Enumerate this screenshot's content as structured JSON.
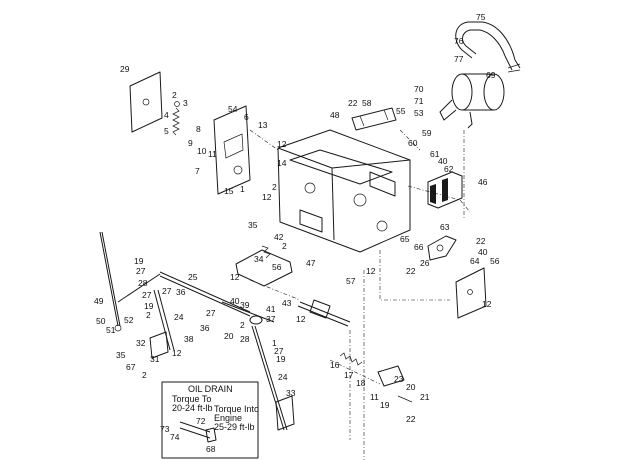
{
  "callouts": [
    {
      "id": "c75",
      "text": "75"
    },
    {
      "id": "c76",
      "text": "76"
    },
    {
      "id": "c77",
      "text": "77"
    },
    {
      "id": "c69",
      "text": "69"
    },
    {
      "id": "c70",
      "text": "70"
    },
    {
      "id": "c71",
      "text": "71"
    },
    {
      "id": "c53",
      "text": "53"
    },
    {
      "id": "c29",
      "text": "29"
    },
    {
      "id": "c2a",
      "text": "2"
    },
    {
      "id": "c3",
      "text": "3"
    },
    {
      "id": "c4",
      "text": "4"
    },
    {
      "id": "c5",
      "text": "5"
    },
    {
      "id": "c54",
      "text": "54"
    },
    {
      "id": "c6",
      "text": "6"
    },
    {
      "id": "c13",
      "text": "13"
    },
    {
      "id": "c8",
      "text": "8"
    },
    {
      "id": "c9",
      "text": "9"
    },
    {
      "id": "c10",
      "text": "10"
    },
    {
      "id": "c11",
      "text": "11"
    },
    {
      "id": "c12a",
      "text": "12"
    },
    {
      "id": "c7",
      "text": "7"
    },
    {
      "id": "c14",
      "text": "14"
    },
    {
      "id": "c15",
      "text": "15"
    },
    {
      "id": "c1",
      "text": "1"
    },
    {
      "id": "c2b",
      "text": "2"
    },
    {
      "id": "c12b",
      "text": "12"
    },
    {
      "id": "c22a",
      "text": "22"
    },
    {
      "id": "c58",
      "text": "58"
    },
    {
      "id": "c48",
      "text": "48"
    },
    {
      "id": "c55",
      "text": "55"
    },
    {
      "id": "c59",
      "text": "59"
    },
    {
      "id": "c60",
      "text": "60"
    },
    {
      "id": "c61",
      "text": "61"
    },
    {
      "id": "c40a",
      "text": "40"
    },
    {
      "id": "c62",
      "text": "62"
    },
    {
      "id": "c46",
      "text": "46"
    },
    {
      "id": "c63",
      "text": "63"
    },
    {
      "id": "c65",
      "text": "65"
    },
    {
      "id": "c66",
      "text": "66"
    },
    {
      "id": "c22b",
      "text": "22"
    },
    {
      "id": "c40b",
      "text": "40"
    },
    {
      "id": "c64",
      "text": "64"
    },
    {
      "id": "c56a",
      "text": "56"
    },
    {
      "id": "c26",
      "text": "26"
    },
    {
      "id": "c22c",
      "text": "22"
    },
    {
      "id": "c12c",
      "text": "12"
    },
    {
      "id": "c35a",
      "text": "35"
    },
    {
      "id": "c42",
      "text": "42"
    },
    {
      "id": "c2c",
      "text": "2"
    },
    {
      "id": "c34",
      "text": "34"
    },
    {
      "id": "c56b",
      "text": "56"
    },
    {
      "id": "c47",
      "text": "47"
    },
    {
      "id": "c12d",
      "text": "12"
    },
    {
      "id": "c57",
      "text": "57"
    },
    {
      "id": "c12e",
      "text": "12"
    },
    {
      "id": "c43",
      "text": "43"
    },
    {
      "id": "c12f",
      "text": "12"
    },
    {
      "id": "c19a",
      "text": "19"
    },
    {
      "id": "c27a",
      "text": "27"
    },
    {
      "id": "c28a",
      "text": "28"
    },
    {
      "id": "c25",
      "text": "25"
    },
    {
      "id": "c27b",
      "text": "27"
    },
    {
      "id": "c27c",
      "text": "27"
    },
    {
      "id": "c36a",
      "text": "36"
    },
    {
      "id": "c49",
      "text": "49"
    },
    {
      "id": "c19b",
      "text": "19"
    },
    {
      "id": "c2d",
      "text": "2"
    },
    {
      "id": "c24a",
      "text": "24"
    },
    {
      "id": "c40c",
      "text": "40"
    },
    {
      "id": "c39",
      "text": "39"
    },
    {
      "id": "c41",
      "text": "41"
    },
    {
      "id": "c37",
      "text": "37"
    },
    {
      "id": "c50",
      "text": "50"
    },
    {
      "id": "c51",
      "text": "51"
    },
    {
      "id": "c52",
      "text": "52"
    },
    {
      "id": "c27d",
      "text": "27"
    },
    {
      "id": "c36b",
      "text": "36"
    },
    {
      "id": "c2e",
      "text": "2"
    },
    {
      "id": "c20a",
      "text": "20"
    },
    {
      "id": "c28b",
      "text": "28"
    },
    {
      "id": "c32",
      "text": "32"
    },
    {
      "id": "c38",
      "text": "38"
    },
    {
      "id": "c1b",
      "text": "1"
    },
    {
      "id": "c27e",
      "text": "27"
    },
    {
      "id": "c35b",
      "text": "35"
    },
    {
      "id": "c31",
      "text": "31"
    },
    {
      "id": "c12g",
      "text": "12"
    },
    {
      "id": "c19c",
      "text": "19"
    },
    {
      "id": "c67",
      "text": "67"
    },
    {
      "id": "c2f",
      "text": "2"
    },
    {
      "id": "c24b",
      "text": "24"
    },
    {
      "id": "c33",
      "text": "33"
    },
    {
      "id": "c16",
      "text": "16"
    },
    {
      "id": "c17",
      "text": "17"
    },
    {
      "id": "c18",
      "text": "18"
    },
    {
      "id": "c23",
      "text": "23"
    },
    {
      "id": "c20b",
      "text": "20"
    },
    {
      "id": "c11b",
      "text": "11"
    },
    {
      "id": "c19d",
      "text": "19"
    },
    {
      "id": "c21",
      "text": "21"
    },
    {
      "id": "c22d",
      "text": "22"
    },
    {
      "id": "c73",
      "text": "73"
    },
    {
      "id": "c74",
      "text": "74"
    },
    {
      "id": "c72",
      "text": "72"
    },
    {
      "id": "c68",
      "text": "68"
    }
  ],
  "inset": {
    "title": "OIL DRAIN",
    "torque_to_line1": "Torque To",
    "torque_to_line2": "20-24 ft-lb",
    "torque_into_line1": "Torque Into",
    "torque_into_line2": "Engine",
    "torque_into_line3": "25-29 ft-lb"
  }
}
